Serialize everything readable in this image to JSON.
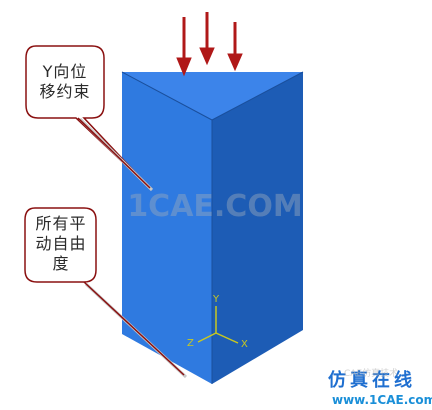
{
  "callouts": {
    "top": {
      "line1": "Y向位",
      "line2": "移约束"
    },
    "bottom": {
      "line1": "所有平",
      "line2": "动自由",
      "line3": "度"
    }
  },
  "triad": {
    "y": "Y",
    "z": "Z",
    "x": "X"
  },
  "watermark": {
    "center": "1CAE.COM",
    "brand_cn": "仿真在线",
    "brand_url": "www.1CAE.com",
    "wechat": "CAE仿真技术"
  },
  "colors": {
    "front_face": "#2f7ae0",
    "side_face": "#1d5cb5",
    "top_face": "#3d86ec",
    "arrow": "#b01818",
    "callout_border": "#8a1010",
    "triad": "#c8c820"
  },
  "icons": {
    "load_arrows": "down-arrow-icon",
    "triad": "coordinate-triad-icon"
  }
}
